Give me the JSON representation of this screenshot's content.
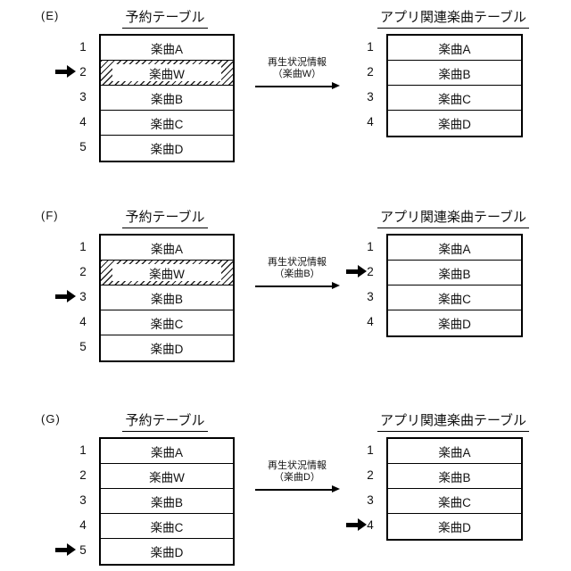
{
  "page": {
    "background_color": "#ffffff",
    "ink_color": "#000000",
    "description_labels": {
      "reservation_table": "予約テーブル",
      "app_table": "アプリ関連楽曲テーブル"
    }
  },
  "sections": [
    {
      "label": "(E)",
      "left_table": {
        "title": "予約テーブル",
        "pointer_row": 2,
        "hatched_row": 2,
        "rows": [
          {
            "num": "1",
            "label": "楽曲A"
          },
          {
            "num": "2",
            "label": "楽曲W"
          },
          {
            "num": "3",
            "label": "楽曲B"
          },
          {
            "num": "4",
            "label": "楽曲C"
          },
          {
            "num": "5",
            "label": "楽曲D"
          }
        ]
      },
      "flow": {
        "line1": "再生状況情報",
        "line2": "（楽曲W）"
      },
      "right_table": {
        "title": "アプリ関連楽曲テーブル",
        "pointer_row": null,
        "rows": [
          {
            "num": "1",
            "label": "楽曲A"
          },
          {
            "num": "2",
            "label": "楽曲B"
          },
          {
            "num": "3",
            "label": "楽曲C"
          },
          {
            "num": "4",
            "label": "楽曲D"
          }
        ]
      }
    },
    {
      "label": "(F)",
      "left_table": {
        "title": "予約テーブル",
        "pointer_row": 3,
        "hatched_row": 2,
        "rows": [
          {
            "num": "1",
            "label": "楽曲A"
          },
          {
            "num": "2",
            "label": "楽曲W"
          },
          {
            "num": "3",
            "label": "楽曲B"
          },
          {
            "num": "4",
            "label": "楽曲C"
          },
          {
            "num": "5",
            "label": "楽曲D"
          }
        ]
      },
      "flow": {
        "line1": "再生状況情報",
        "line2": "（楽曲B）"
      },
      "right_table": {
        "title": "アプリ関連楽曲テーブル",
        "pointer_row": 2,
        "rows": [
          {
            "num": "1",
            "label": "楽曲A"
          },
          {
            "num": "2",
            "label": "楽曲B"
          },
          {
            "num": "3",
            "label": "楽曲C"
          },
          {
            "num": "4",
            "label": "楽曲D"
          }
        ]
      }
    },
    {
      "label": "(G)",
      "left_table": {
        "title": "予約テーブル",
        "pointer_row": 5,
        "hatched_row": null,
        "rows": [
          {
            "num": "1",
            "label": "楽曲A"
          },
          {
            "num": "2",
            "label": "楽曲W"
          },
          {
            "num": "3",
            "label": "楽曲B"
          },
          {
            "num": "4",
            "label": "楽曲C"
          },
          {
            "num": "5",
            "label": "楽曲D"
          }
        ]
      },
      "flow": {
        "line1": "再生状況情報",
        "line2": "（楽曲D）"
      },
      "right_table": {
        "title": "アプリ関連楽曲テーブル",
        "pointer_row": 4,
        "rows": [
          {
            "num": "1",
            "label": "楽曲A"
          },
          {
            "num": "2",
            "label": "楽曲B"
          },
          {
            "num": "3",
            "label": "楽曲C"
          },
          {
            "num": "4",
            "label": "楽曲D"
          }
        ]
      }
    }
  ]
}
